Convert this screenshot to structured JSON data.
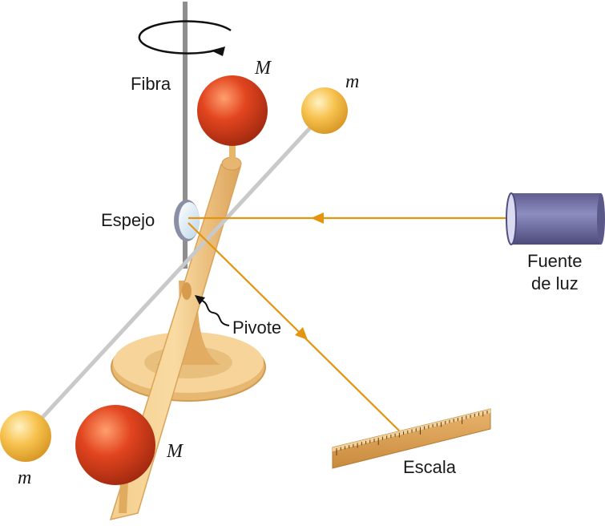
{
  "labels": {
    "fiber": "Fibra",
    "mirror": "Espejo",
    "pivot": "Pivote",
    "light_source_line1": "Fuente",
    "light_source_line2": "de luz",
    "scale": "Escala",
    "large_mass_top": "M",
    "large_mass_bottom": "M",
    "small_mass_top": "m",
    "small_mass_bottom": "m"
  },
  "colors": {
    "large_mass": "#e2451f",
    "small_mass": "#f7c24e",
    "wood": "#efc27a",
    "fiber": "#8e8e8e",
    "light_beam": "#e4940e",
    "light_source": "#6b6a9c",
    "rod": "#c9c9c9"
  },
  "icons": {
    "rotation": "rotation-arrow-icon",
    "pivot_pointer": "squiggle-arrow-icon"
  }
}
